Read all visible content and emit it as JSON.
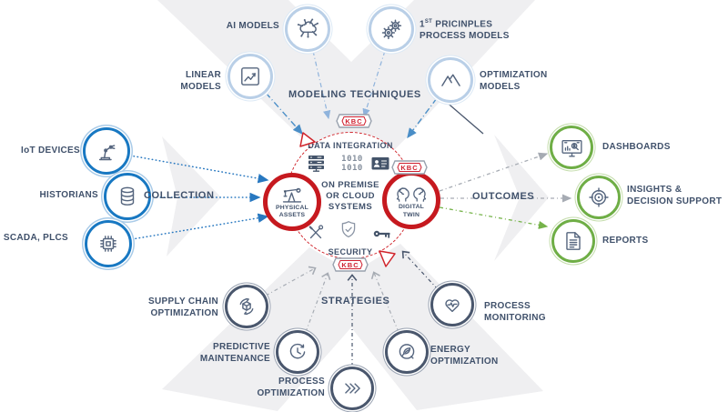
{
  "kbc": {
    "label": "KBC"
  },
  "titles": {
    "collection": "COLLECTION",
    "outcomes": "OUTCOMES",
    "modeling": "MODELING TECHNIQUES",
    "strategies": "STRATEGIES"
  },
  "sources": {
    "items": [
      {
        "label": "IoT DEVICES",
        "icon": "robot-arm-icon"
      },
      {
        "label": "HISTORIANS",
        "icon": "database-icon"
      },
      {
        "label": "SCADA, PLCS",
        "icon": "chip-icon"
      }
    ]
  },
  "modeling": {
    "items": [
      {
        "label": "AI MODELS",
        "icon": "ai-network-icon"
      },
      {
        "label": "LINEAR\nMODELS",
        "icon": "line-chart-icon"
      },
      {
        "num": "1",
        "sup": "ST",
        "rest": " PRICINPLES",
        "line2": "PROCESS MODELS",
        "icon": "gears-icon"
      },
      {
        "label": "OPTIMIZATION\nMODELS",
        "icon": "mountains-icon"
      }
    ]
  },
  "hub": {
    "data_integration": "DATA INTEGRATION",
    "binary": "1010\n1010",
    "core": "ON PREMISE\nOR CLOUD\nSYSTEMS",
    "security": "SECURITY",
    "physical_assets": "PHYSICAL\nASSETS",
    "digital_twin": "DIGITAL\nTWIN"
  },
  "strategies": {
    "items": [
      {
        "label": "SUPPLY CHAIN\nOPTIMIZATION",
        "icon": "cube-recycle-icon"
      },
      {
        "label": "PREDICTIVE\nMAINTENANCE",
        "icon": "clock-icon"
      },
      {
        "label": "PROCESS\nOPTIMIZATION",
        "icon": "chevrons-icon"
      },
      {
        "label": "ENERGY\nOPTIMIZATION",
        "icon": "leaf-icon"
      },
      {
        "label": "PROCESS\nMONITORING",
        "icon": "heart-pulse-icon"
      }
    ]
  },
  "outcomes": {
    "items": [
      {
        "label": "DASHBOARDS",
        "icon": "monitor-icon"
      },
      {
        "label": "INSIGHTS &\nDECISION SUPPORT",
        "icon": "target-icon"
      },
      {
        "label": "REPORTS",
        "icon": "document-icon"
      }
    ]
  },
  "colors": {
    "accent_red": "#c6191f",
    "blue": "#1878c2",
    "light_blue": "#b9cfe7",
    "navy": "#4a576d",
    "green": "#6fae46",
    "text": "#40516b",
    "shape_gray": "#efeff1"
  }
}
